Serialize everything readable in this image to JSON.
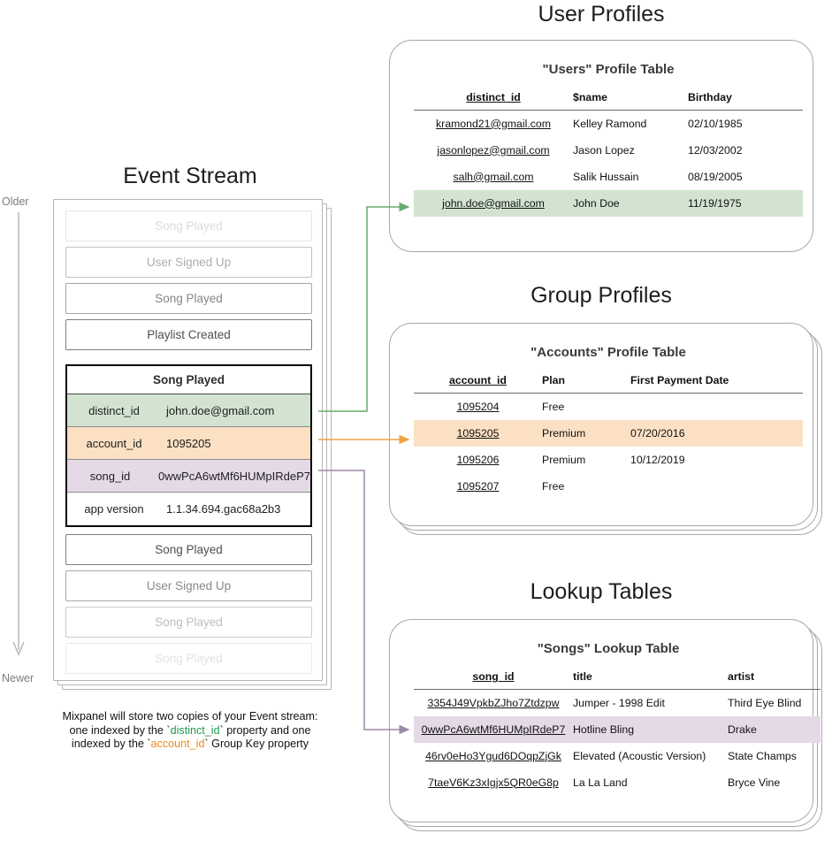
{
  "sections": {
    "event_stream_title": "Event Stream",
    "user_profiles_title": "User Profiles",
    "group_profiles_title": "Group Profiles",
    "lookup_tables_title": "Lookup Tables"
  },
  "timeline": {
    "older_label": "Older",
    "newer_label": "Newer"
  },
  "event_stream": {
    "events_above": [
      {
        "label": "Song Played",
        "opacity": 0.18
      },
      {
        "label": "User Signed Up",
        "opacity": 0.42
      },
      {
        "label": "Song Played",
        "opacity": 0.62
      },
      {
        "label": "Playlist Created",
        "opacity": 0.9
      }
    ],
    "events_below": [
      {
        "label": "Song Played",
        "opacity": 0.9
      },
      {
        "label": "User Signed Up",
        "opacity": 0.6
      },
      {
        "label": "Song Played",
        "opacity": 0.34
      },
      {
        "label": "Song Played",
        "opacity": 0.14
      }
    ],
    "detail_event": {
      "name": "Song Played",
      "properties": [
        {
          "key": "distinct_id",
          "value": "john.doe@gmail.com",
          "highlight": "green"
        },
        {
          "key": "account_id",
          "value": "1095205",
          "highlight": "orange"
        },
        {
          "key": "song_id",
          "value": "0wwPcA6wtMf6HUMpIRdeP7",
          "highlight": "purple"
        },
        {
          "key": "app version",
          "value": "1.1.34.694.gac68a2b3",
          "highlight": "none"
        }
      ]
    },
    "caption": {
      "line1": "Mixpanel will store two copies of your Event stream:",
      "line2_a": "one indexed by the `",
      "line2_code": "distinct_id",
      "line2_b": "` property and one",
      "line3_a": "indexed by the `",
      "line3_code": "account_id",
      "line3_b": "` Group Key property"
    }
  },
  "users_table": {
    "title": "\"Users\" Profile Table",
    "columns": [
      "distinct_id",
      "$name",
      "Birthday"
    ],
    "rows": [
      {
        "cells": [
          "kramond21@gmail.com",
          "Kelley Ramond",
          "02/10/1985"
        ],
        "highlight": "none"
      },
      {
        "cells": [
          "jasonlopez@gmail.com",
          "Jason Lopez",
          "12/03/2002"
        ],
        "highlight": "none"
      },
      {
        "cells": [
          "salh@gmail.com",
          "Salik Hussain",
          "08/19/2005"
        ],
        "highlight": "none"
      },
      {
        "cells": [
          "john.doe@gmail.com",
          "John Doe",
          "11/19/1975"
        ],
        "highlight": "green"
      }
    ]
  },
  "accounts_table": {
    "title": "\"Accounts\" Profile Table",
    "columns": [
      "account_id",
      "Plan",
      "First Payment Date"
    ],
    "rows": [
      {
        "cells": [
          "1095204",
          "Free",
          ""
        ],
        "highlight": "none"
      },
      {
        "cells": [
          "1095205",
          "Premium",
          "07/20/2016"
        ],
        "highlight": "orange"
      },
      {
        "cells": [
          "1095206",
          "Premium",
          "10/12/2019"
        ],
        "highlight": "none"
      },
      {
        "cells": [
          "1095207",
          "Free",
          ""
        ],
        "highlight": "none"
      }
    ]
  },
  "songs_table": {
    "title": "\"Songs\" Lookup Table",
    "columns": [
      "song_id",
      "title",
      "artist"
    ],
    "rows": [
      {
        "cells": [
          "3354J49VpkbZJho7Ztdzpw",
          "Jumper - 1998 Edit",
          "Third Eye Blind"
        ],
        "highlight": "none"
      },
      {
        "cells": [
          "0wwPcA6wtMf6HUMpIRdeP7",
          "Hotline Bling",
          "Drake"
        ],
        "highlight": "purple"
      },
      {
        "cells": [
          "46rv0eHo3Ygud6DOqpZjGk",
          "Elevated (Acoustic Version)",
          "State Champs"
        ],
        "highlight": "none"
      },
      {
        "cells": [
          "7taeV6Kz3xIgjx5QR0eG8p",
          "La La Land",
          "Bryce Vine"
        ],
        "highlight": "none"
      }
    ]
  },
  "colors": {
    "green_highlight": "#d2e4d1",
    "orange_highlight": "#fbe0c4",
    "purple_highlight": "#e5d9e8",
    "green_connector": "#6aa96f",
    "orange_connector": "#eda443",
    "purple_connector": "#9b8aa3",
    "panel_border": "#a8a8a8",
    "text_primary": "#121212"
  }
}
